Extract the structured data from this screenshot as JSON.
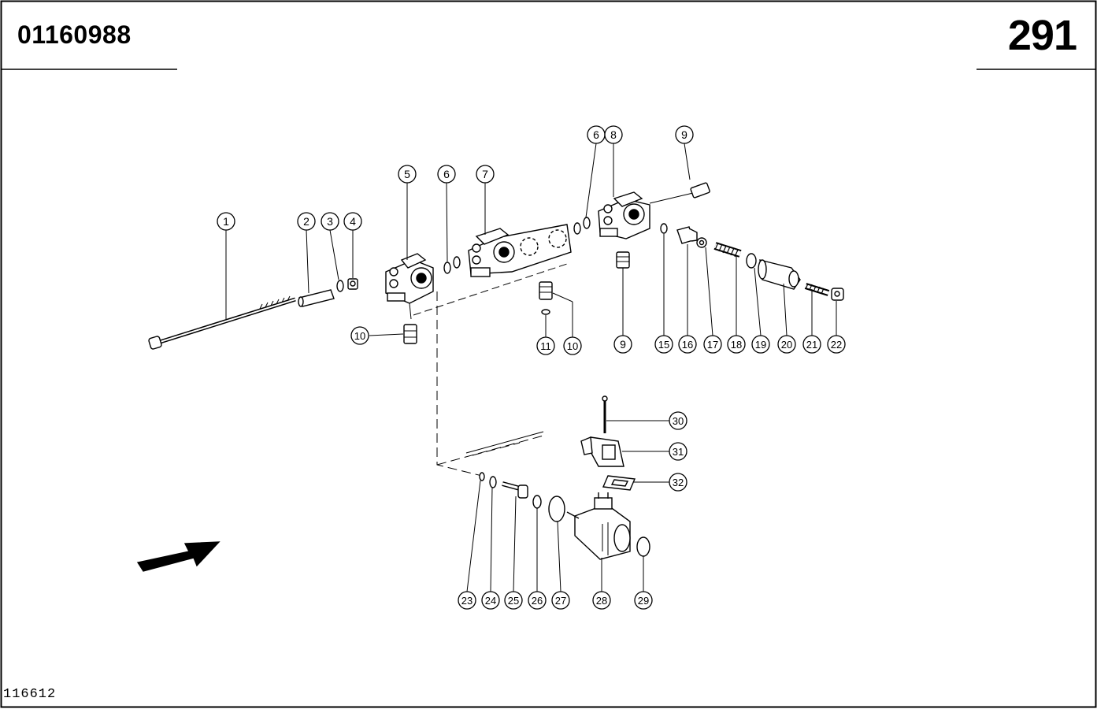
{
  "header": {
    "part_number": "01160988",
    "page_number": "291"
  },
  "footer": {
    "drawing_id": "116612"
  },
  "callouts": [
    {
      "label": "1"
    },
    {
      "label": "2"
    },
    {
      "label": "3"
    },
    {
      "label": "4"
    },
    {
      "label": "5"
    },
    {
      "label": "6"
    },
    {
      "label": "7"
    },
    {
      "label": "6"
    },
    {
      "label": "8"
    },
    {
      "label": "9"
    },
    {
      "label": "10"
    },
    {
      "label": "11"
    },
    {
      "label": "10"
    },
    {
      "label": "9"
    },
    {
      "label": "15"
    },
    {
      "label": "16"
    },
    {
      "label": "17"
    },
    {
      "label": "18"
    },
    {
      "label": "19"
    },
    {
      "label": "20"
    },
    {
      "label": "21"
    },
    {
      "label": "22"
    },
    {
      "label": "30"
    },
    {
      "label": "31"
    },
    {
      "label": "32"
    },
    {
      "label": "23"
    },
    {
      "label": "24"
    },
    {
      "label": "25"
    },
    {
      "label": "26"
    },
    {
      "label": "27"
    },
    {
      "label": "28"
    },
    {
      "label": "29"
    }
  ]
}
